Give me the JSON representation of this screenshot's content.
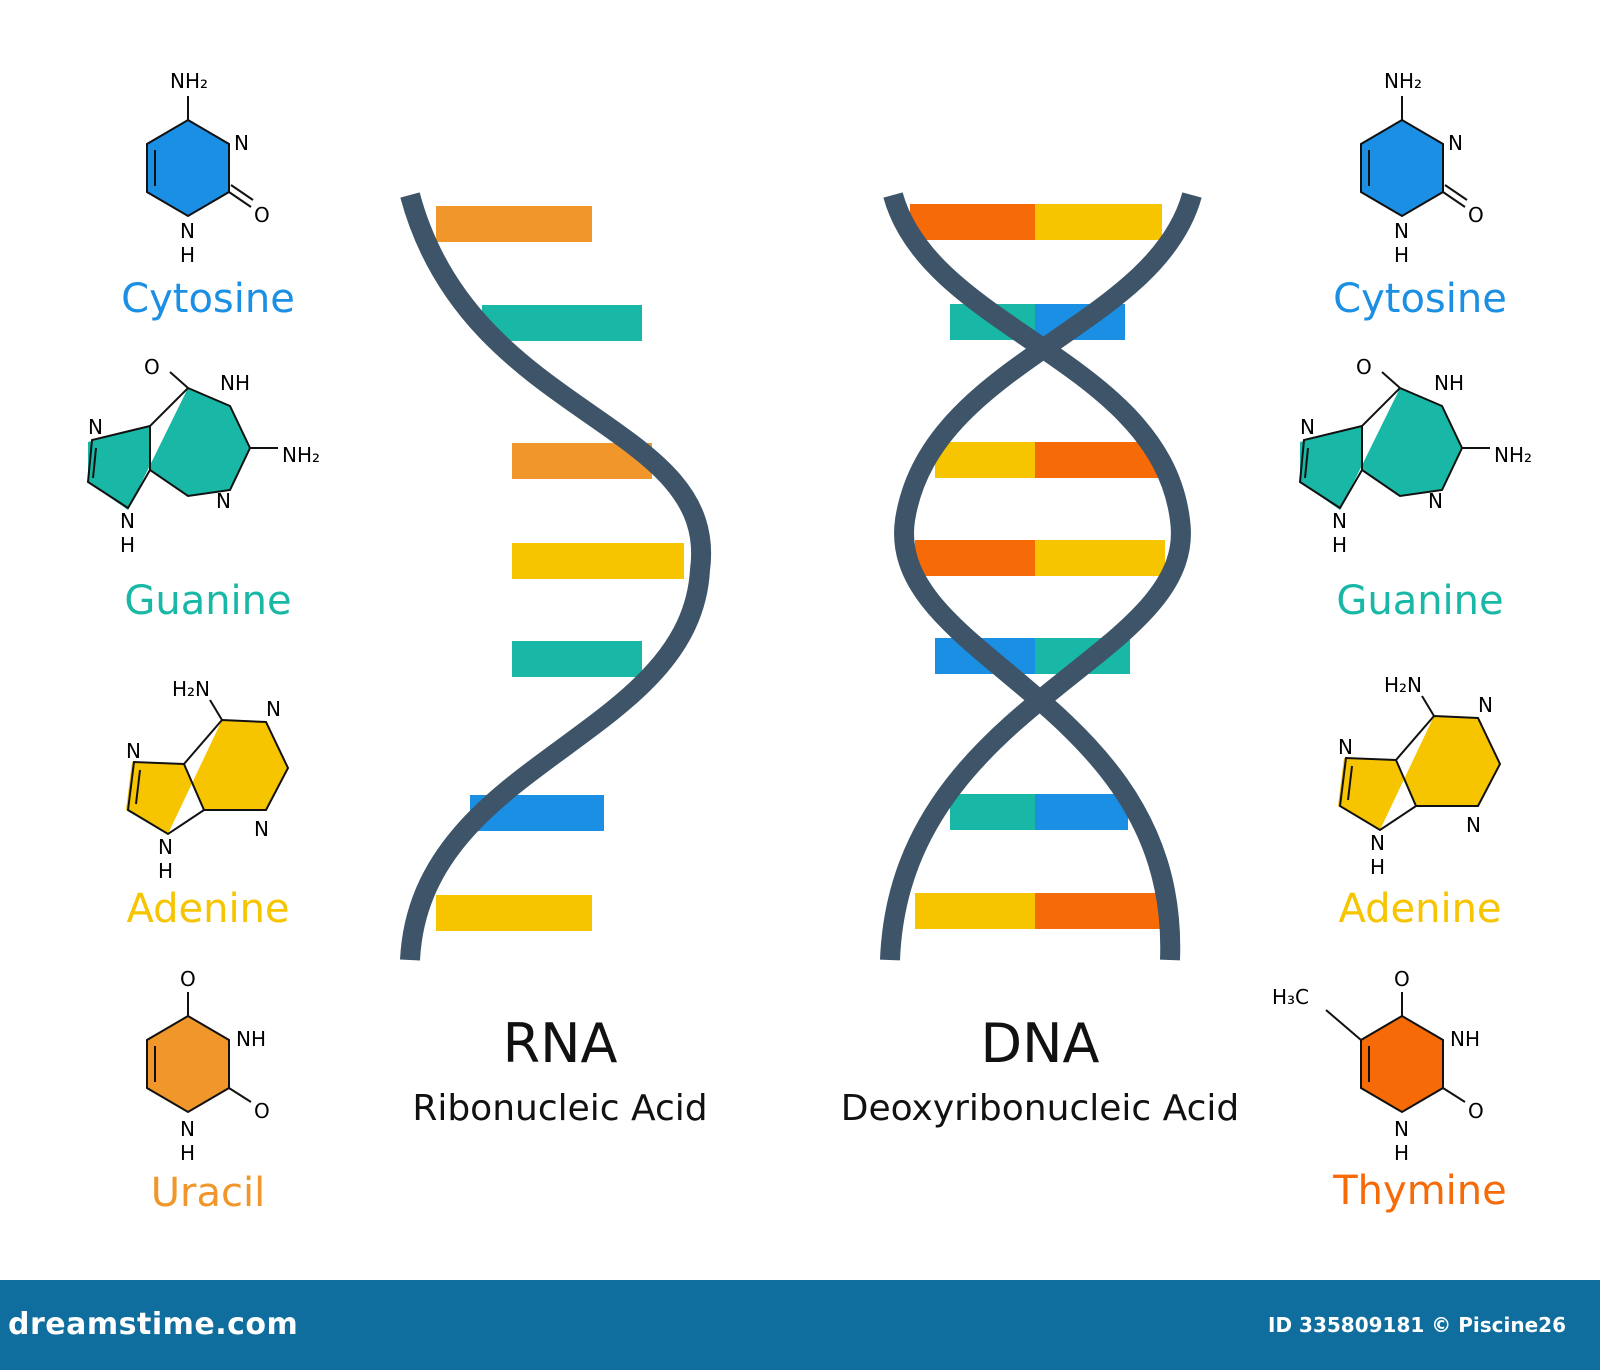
{
  "colors": {
    "strand": "#3e5469",
    "cytosine": "#1a8fe3",
    "guanine": "#19b8a6",
    "adenine": "#f7c400",
    "uracil": "#f0962a",
    "thymine": "#f76a08",
    "footer_bg": "#0f6e9e"
  },
  "left_bases": [
    {
      "name": "Cytosine",
      "color": "#1a8fe3"
    },
    {
      "name": "Guanine",
      "color": "#19b8a6"
    },
    {
      "name": "Adenine",
      "color": "#f7c400"
    },
    {
      "name": "Uracil",
      "color": "#f0962a"
    }
  ],
  "right_bases": [
    {
      "name": "Cytosine",
      "color": "#1a8fe3"
    },
    {
      "name": "Guanine",
      "color": "#19b8a6"
    },
    {
      "name": "Adenine",
      "color": "#f7c400"
    },
    {
      "name": "Thymine",
      "color": "#f76a08"
    }
  ],
  "rna": {
    "title": "RNA",
    "subtitle": "Ribonucleic Acid",
    "rungs": [
      "uracil",
      "guanine",
      "uracil",
      "adenine",
      "guanine",
      "cytosine",
      "adenine"
    ]
  },
  "dna": {
    "title": "DNA",
    "subtitle": "Deoxyribonucleic Acid",
    "rungs": [
      [
        "thymine",
        "adenine"
      ],
      [
        "guanine",
        "cytosine"
      ],
      [
        "adenine",
        "thymine"
      ],
      [
        "thymine",
        "adenine"
      ],
      [
        "cytosine",
        "guanine"
      ],
      [
        "guanine",
        "cytosine"
      ],
      [
        "adenine",
        "thymine"
      ]
    ]
  },
  "labels": {
    "nh2": "NH₂",
    "h2n": "H₂N",
    "nh": "NH",
    "n": "N",
    "o": "O",
    "h": "H",
    "h3c": "H₃C"
  },
  "footer": {
    "logo": "dreamstime.com",
    "credit": "ID 335809181 © Piscine26"
  }
}
